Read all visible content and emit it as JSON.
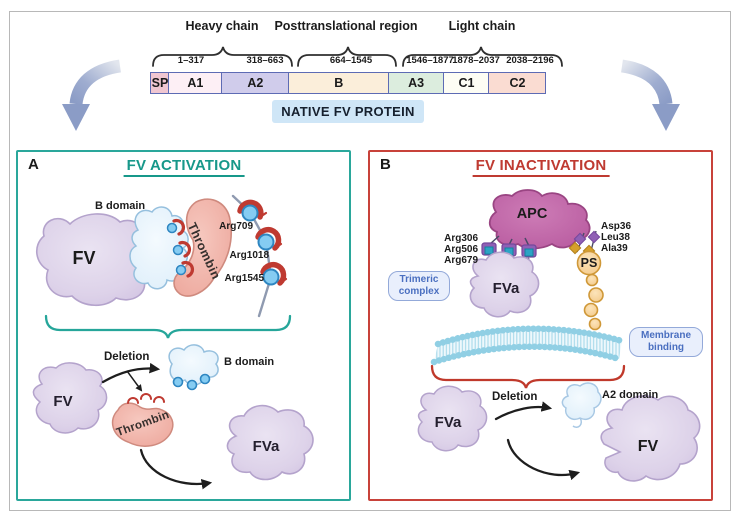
{
  "native_protein": {
    "chain_groups": [
      {
        "label": "Heavy chain"
      },
      {
        "label": "Posttranslational region"
      },
      {
        "label": "Light chain"
      }
    ],
    "domains": [
      {
        "name": "SP",
        "range": ""
      },
      {
        "name": "A1",
        "range": "1–317"
      },
      {
        "name": "A2",
        "range": "318–663"
      },
      {
        "name": "B",
        "range": "664–1545"
      },
      {
        "name": "A3",
        "range": "1546–1877"
      },
      {
        "name": "C1",
        "range": "1878–2037"
      },
      {
        "name": "C2",
        "range": "2038–2196"
      }
    ],
    "caption": "NATIVE FV PROTEIN"
  },
  "panel_a": {
    "letter": "A",
    "title": "FV ACTIVATION",
    "accent_color": "#17988a",
    "top_scene": {
      "fv": "FV",
      "b_domain": "B domain",
      "thrombin": "Thrombin",
      "cleavage_sites": [
        "Arg709",
        "Arg1018",
        "Arg1545"
      ]
    },
    "bottom_scene": {
      "fv": "FV",
      "deletion": "Deletion",
      "b_domain": "B domain",
      "thrombin": "Thrombin",
      "fva": "FVa"
    }
  },
  "panel_b": {
    "letter": "B",
    "title": "FV INACTIVATION",
    "accent_color": "#bf3a31",
    "top_scene": {
      "apc": "APC",
      "fva": "FVa",
      "ps": "PS",
      "cleavage_sites": [
        "Arg306",
        "Arg506",
        "Arg679"
      ],
      "ps_residues": [
        "Asp36",
        "Leu38",
        "Ala39"
      ],
      "trimeric_label": "Trimeric complex",
      "membrane_label": "Membrane binding"
    },
    "bottom_scene": {
      "fva": "FVa",
      "deletion": "Deletion",
      "a2_domain": "A2 domain",
      "fv": "FV"
    }
  },
  "colors": {
    "panel_a_border": "#2aa79b",
    "panel_b_border": "#c8423a",
    "domain_border": "#5d6bb4",
    "caption_bg": "#cfe6f7",
    "flow_arrow": "#8b9cc6",
    "fv_blob": "#ddd2e9",
    "thrombin_blob": "#f1b2a8",
    "b_domain_blob": "#e4f1fb",
    "apc_blob": "#c166a8",
    "ps_chain": "#f7d193",
    "membrane": "#a6d9ea",
    "cleavage_circle": "#85ccf2",
    "cleavage_arc": "#bf3a31",
    "pill_bg": "#e9effc",
    "pill_text": "#4a6fc0"
  }
}
